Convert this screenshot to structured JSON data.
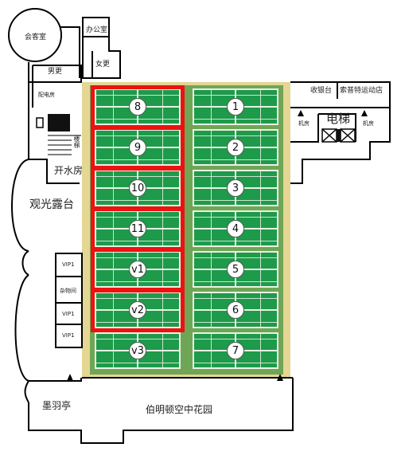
{
  "rooms": {
    "meeting": "会客室",
    "office": "办公室",
    "female_changing": "女更",
    "male_changing": "男更",
    "power_room": "配电房",
    "boiling_water": "开水房",
    "terrace": "观光露台",
    "vip1_a": "VIP1",
    "storage": "杂物间",
    "vip1_b": "VIP1",
    "vip1_c": "VIP1",
    "pavilion": "墨羽亭",
    "garden": "伯明顿空中花园",
    "cashier": "收银台",
    "sports_shop": "索普特运动店",
    "machine_left": "机房",
    "machine_right": "机房",
    "elevator": "电梯",
    "stair_label": "楼梯"
  },
  "courts": {
    "left": [
      {
        "id": "8",
        "selected": true
      },
      {
        "id": "9",
        "selected": true
      },
      {
        "id": "10",
        "selected": true
      },
      {
        "id": "11",
        "selected": true
      },
      {
        "id": "v1",
        "selected": true
      },
      {
        "id": "v2",
        "selected": true
      },
      {
        "id": "v3",
        "selected": false
      }
    ],
    "right": [
      {
        "id": "1",
        "selected": false
      },
      {
        "id": "2",
        "selected": false
      },
      {
        "id": "3",
        "selected": false
      },
      {
        "id": "4",
        "selected": false
      },
      {
        "id": "5",
        "selected": false
      },
      {
        "id": "6",
        "selected": false
      },
      {
        "id": "7",
        "selected": false
      }
    ]
  },
  "colors": {
    "court_green": "#1e9a4b",
    "hall_surround": "#6fa655",
    "hall_border": "#e4d693",
    "selection_red": "#ee1111"
  }
}
